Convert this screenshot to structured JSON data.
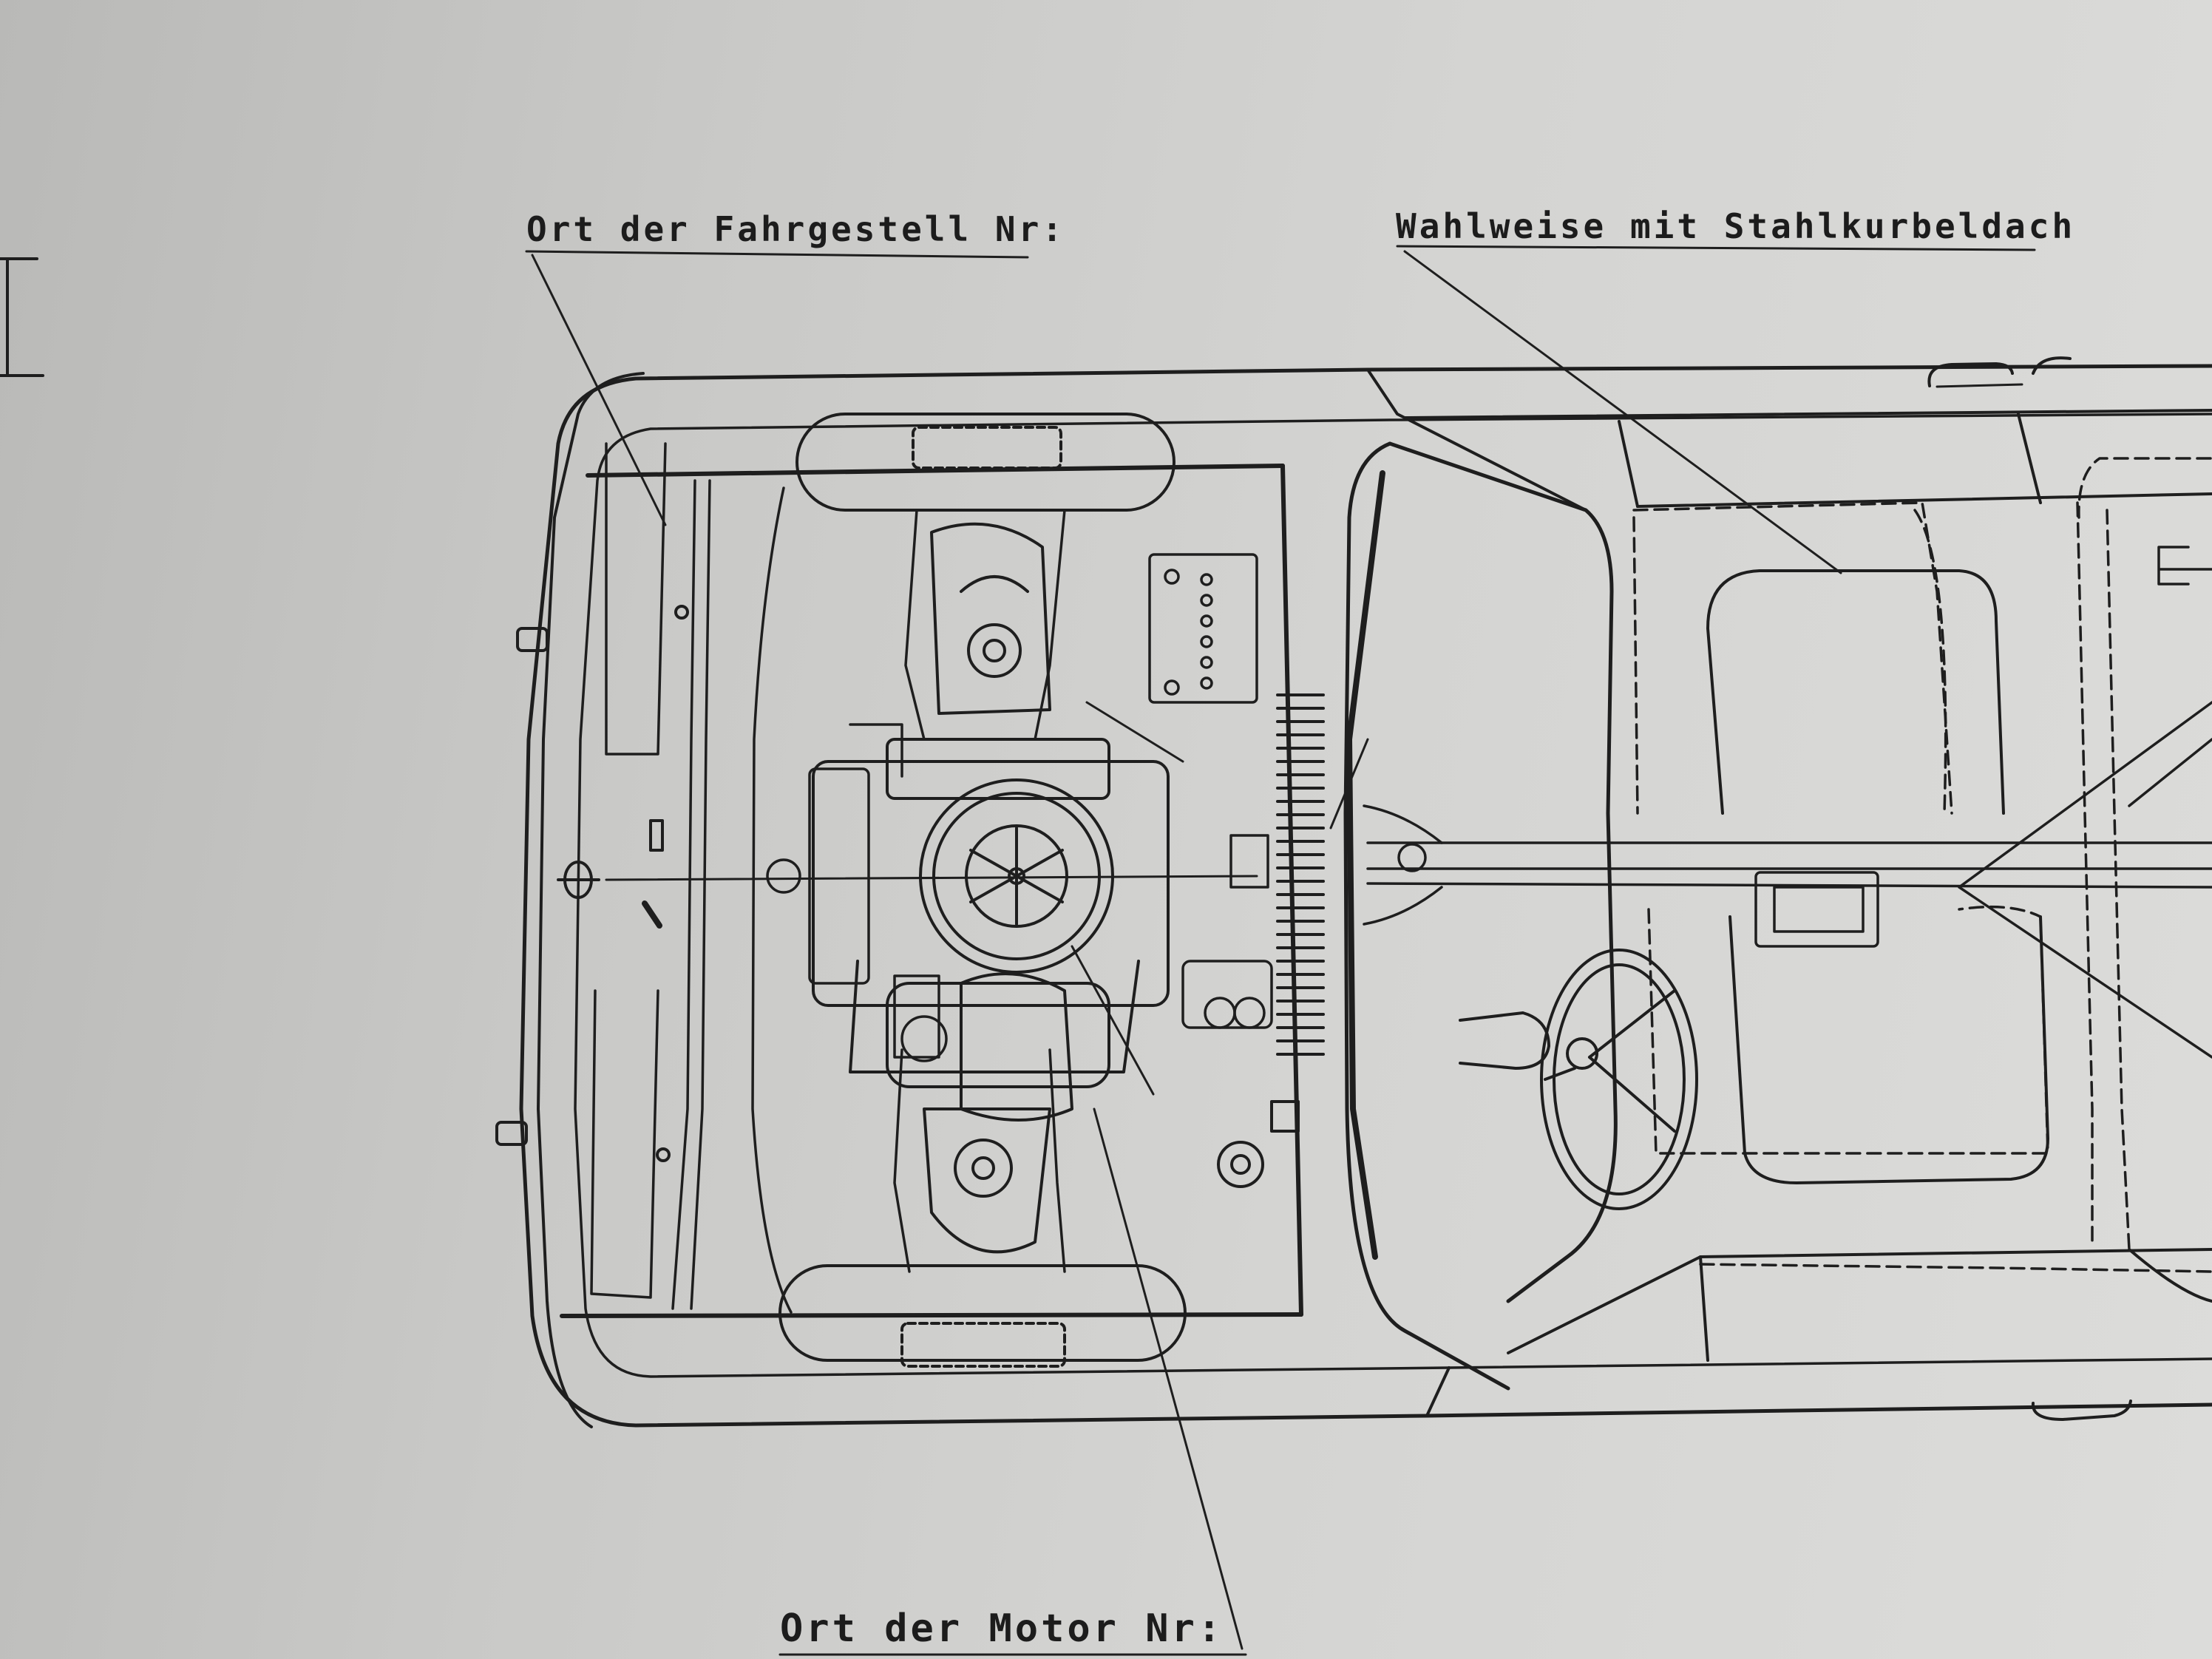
{
  "labels": {
    "chassis_number_location": "Ort der Fahrgestell Nr:",
    "sunroof_option": "Wahlweise mit Stahlkurbeldach",
    "engine_number_location": "Ort der Motor Nr:"
  },
  "colors": {
    "paper": "#cfcfcd",
    "ink": "#1c1c1c"
  }
}
